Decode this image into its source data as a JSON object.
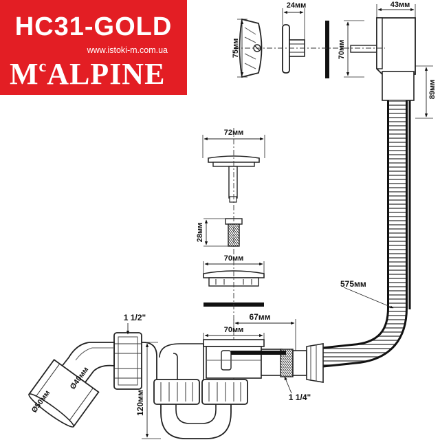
{
  "brand": {
    "model": "HC31-GOLD",
    "url": "www.istoki-m.com.ua",
    "logo_main": "M",
    "logo_sup": "c",
    "logo_rest": "ALPINE",
    "color": "#e31e24"
  },
  "dimensions": {
    "cap_height": "75мм",
    "overflow_depth": "24мм",
    "overflow_plate": "70мм",
    "overflow_body": "43мм",
    "overflow_drop": "89мм",
    "plug_width": "72мм",
    "screw_length": "28мм",
    "strainer_width": "70мм",
    "waste_width": "70мм",
    "waste_offset": "67мм",
    "hose_length": "575мм",
    "trap_height": "120мм",
    "outlet_thread": "1 1/2\"",
    "hose_thread": "1 1/4\"",
    "pipe_40": "Ø40мм",
    "pipe_50": "Ø50мм"
  }
}
